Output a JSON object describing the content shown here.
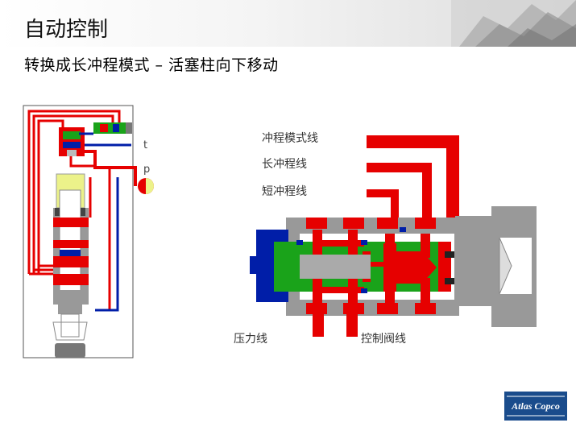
{
  "header": {
    "title": "自动控制",
    "subtitle": "转换成长冲程模式 – 活塞柱向下移动"
  },
  "left_diagram": {
    "port_t": "t",
    "port_p": "p"
  },
  "right_diagram": {
    "labels": {
      "stroke_mode_line": "冲程模式线",
      "long_stroke_line": "长冲程线",
      "short_stroke_line": "短冲程线",
      "pressure_line": "压力线",
      "control_valve_line": "控制阀线"
    }
  },
  "logo": {
    "text": "Atlas Copco"
  },
  "colors": {
    "pressure": "#e60000",
    "return": "#001ea8",
    "piston": "#1aa31a",
    "body": "#999999",
    "yellow": "#ecf28a"
  }
}
